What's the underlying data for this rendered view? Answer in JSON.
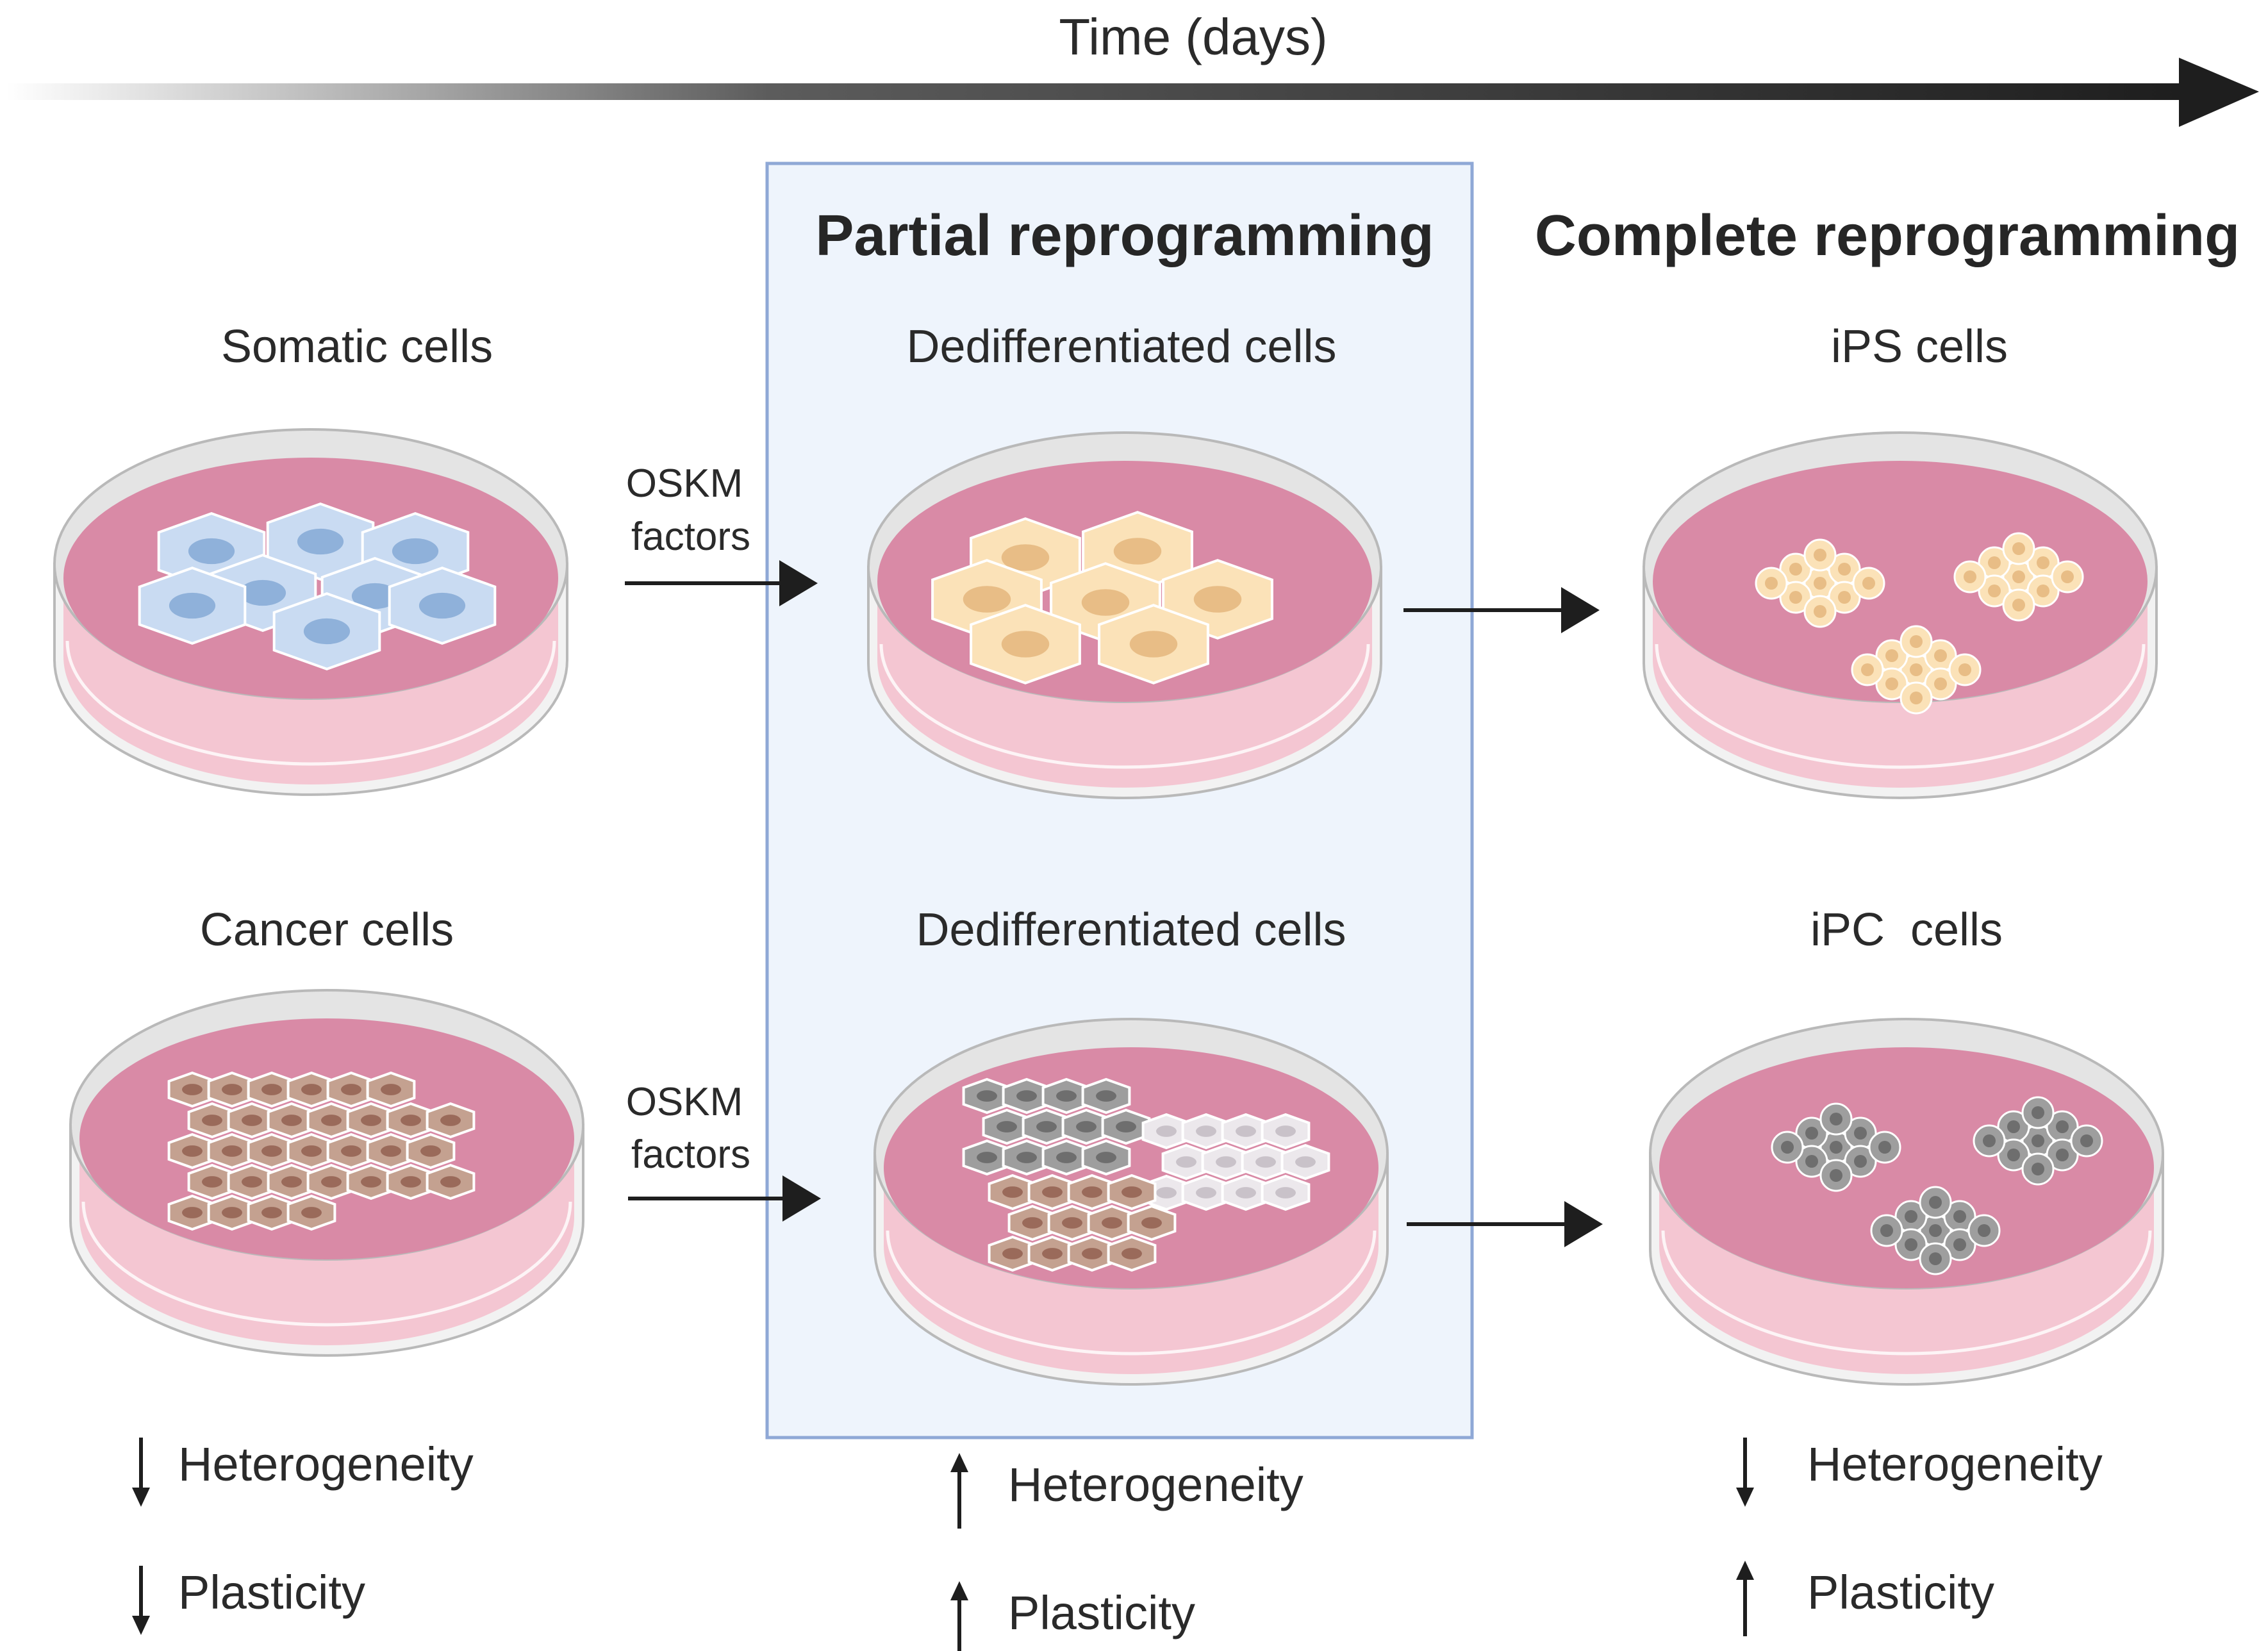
{
  "timeline": {
    "label": "Time (days)"
  },
  "columns": {
    "partial": {
      "heading": "Partial reprogramming"
    },
    "complete": {
      "heading": "Complete reprogramming"
    }
  },
  "row1": {
    "source_label": "Somatic cells",
    "factor_label_line1": "OSKM",
    "factor_label_line2": "factors",
    "partial_label": "Dedifferentiated cells",
    "complete_label": "iPS cells"
  },
  "row2": {
    "source_label": "Cancer cells",
    "factor_label_line1": "OSKM",
    "factor_label_line2": "factors",
    "partial_label": "Dedifferentiated cells",
    "complete_label": "iPC  cells"
  },
  "traits": {
    "left": [
      {
        "direction": "down",
        "label": "Heterogeneity"
      },
      {
        "direction": "down",
        "label": "Plasticity"
      }
    ],
    "middle": [
      {
        "direction": "up",
        "label": "Heterogeneity"
      },
      {
        "direction": "up",
        "label": "Plasticity"
      }
    ],
    "right": [
      {
        "direction": "down",
        "label": "Heterogeneity"
      },
      {
        "direction": "up",
        "label": "Plasticity"
      }
    ]
  },
  "colors": {
    "partial_panel_fill": "#eef4fc",
    "partial_panel_border": "#8fa8d6",
    "medium_top": "#d98aa6",
    "medium_side": "#f4c6d2",
    "somatic_cell": "#c9dbf2",
    "somatic_nucleus": "#8fb1da",
    "dediff_cell": "#fbe2b8",
    "dediff_nucleus": "#e8bd86",
    "cancer_cell": "#c4a190",
    "cancer_nucleus": "#9a6a5a",
    "grey_cell": "#9e9e9e",
    "grey_nucleus": "#6e6e6e",
    "white_cell": "#ece8ec",
    "white_nucleus": "#c9c2c9"
  }
}
